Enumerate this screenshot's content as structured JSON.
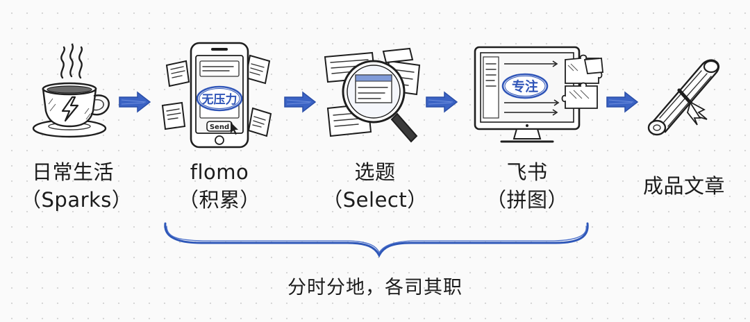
{
  "steps": [
    {
      "line1": "日常生活",
      "line2": "（Sparks）"
    },
    {
      "line1": "flomo",
      "line2": "（积累）"
    },
    {
      "line1": "选题",
      "line2": "（Select）"
    },
    {
      "line1": "飞书",
      "line2": "（拼图）"
    },
    {
      "line1": "成品文章",
      "line2": ""
    }
  ],
  "stamps": {
    "phone": "无压力",
    "monitor": "专注",
    "send_button": "Send"
  },
  "caption": "分时分地，各司其职",
  "colors": {
    "arrow": "#3b63c4",
    "stamp": "#2f55b8",
    "brace": "#2e57b8",
    "ink": "#1e1e1e",
    "dots": "#d6d6d6"
  }
}
